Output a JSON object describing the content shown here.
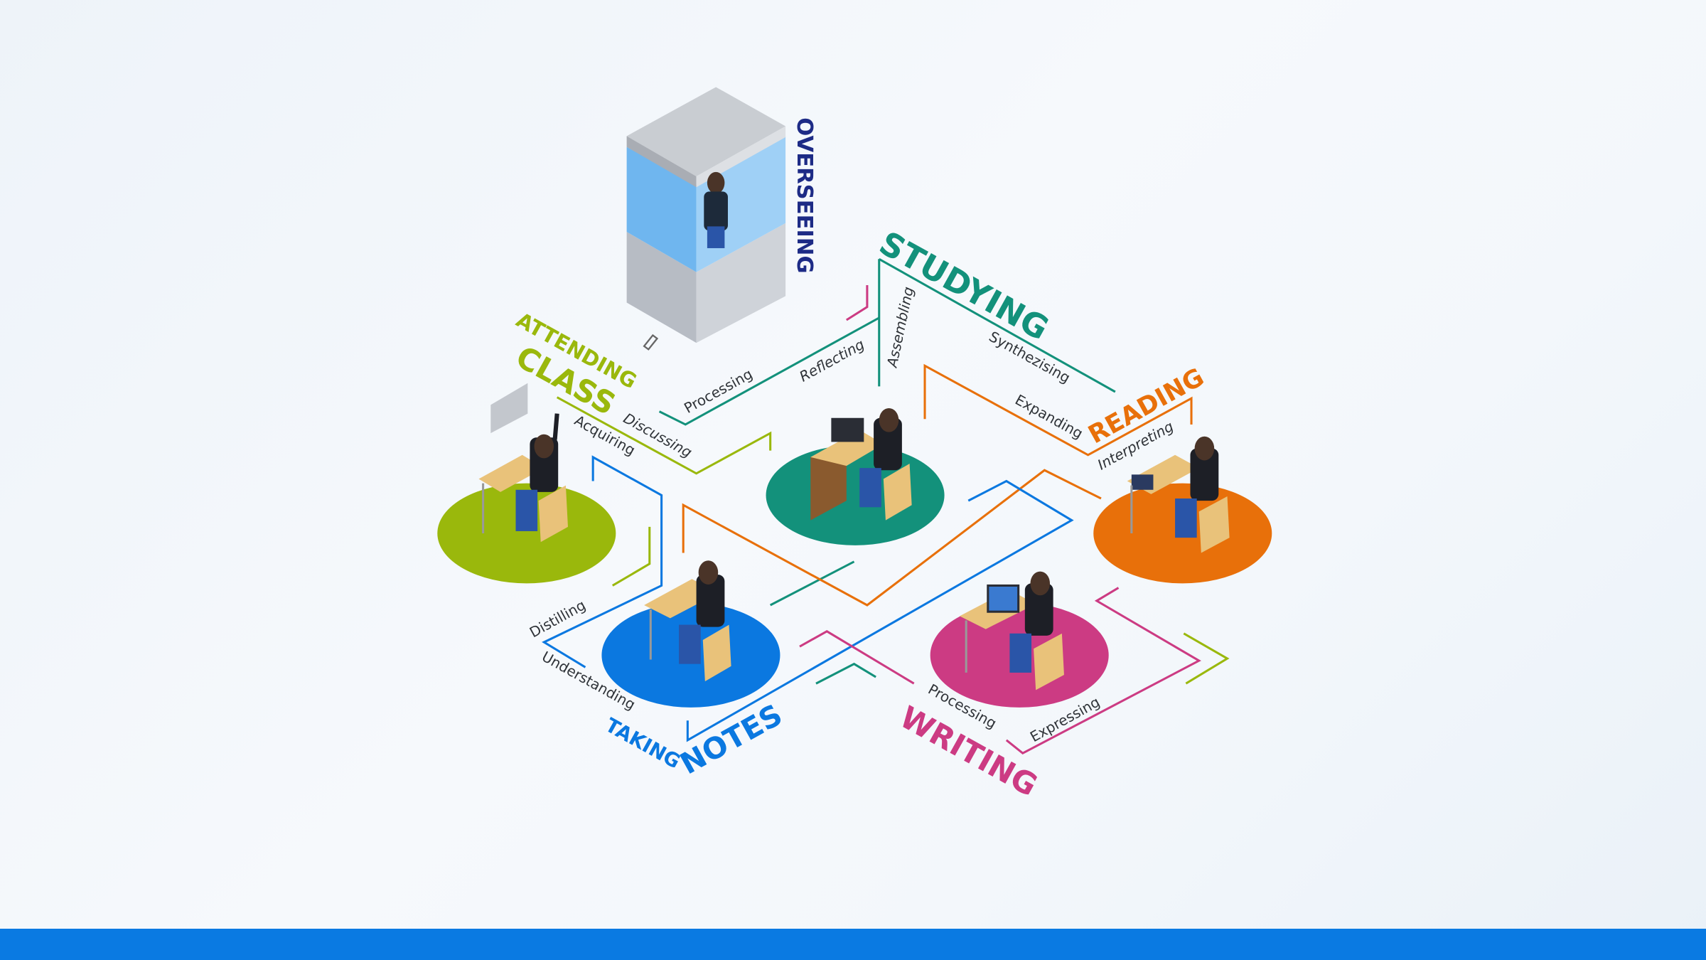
{
  "stations": {
    "overseeing": "OVERSEEING",
    "studying": "STUDYING",
    "attending_line1": "ATTENDING",
    "attending_line2": "CLASS",
    "reading": "READING",
    "taking": "TAKING",
    "notes": "NOTES",
    "writing": "WRITING"
  },
  "verbs": {
    "processing_top": "Processing",
    "reflecting": "Reflecting",
    "assembling": "Assembling",
    "synthezising": "Synthezising",
    "expanding": "Expanding",
    "interpreting": "Interpreting",
    "discussing": "Discussing",
    "acquiring": "Acquiring",
    "distilling": "Distilling",
    "understanding": "Understanding",
    "processing_writing": "Processing",
    "expressing": "Expressing"
  },
  "colors": {
    "attending": "#9ab80c",
    "studying": "#13917b",
    "reading": "#e8700a",
    "notes": "#0b78e0",
    "writing": "#cc3b83",
    "overseeing": "#1d2b86"
  }
}
